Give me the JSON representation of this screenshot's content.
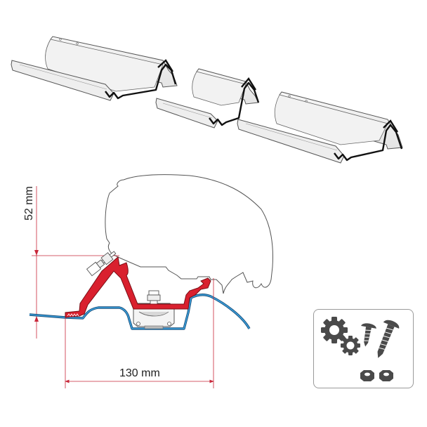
{
  "figure": {
    "type": "awning mounting adapter kit technical drawing",
    "colors": {
      "background": "#ffffff",
      "adapter_profile": "#d9202e",
      "vehicle_roof": "#2a86c4",
      "dimension_lines": "#c8283a",
      "outline": "#555555",
      "rail_fill": "#efefef",
      "icon_fill": "#4a4a4a",
      "box_border": "#9a9a9a"
    }
  },
  "rails": {
    "count": 3,
    "items": [
      {
        "id": "rail-long-left",
        "size": "long"
      },
      {
        "id": "rail-short-middle",
        "size": "short"
      },
      {
        "id": "rail-long-right",
        "size": "long"
      }
    ]
  },
  "cross_section": {
    "height_dimension": {
      "value": 52,
      "unit": "mm",
      "label": "52 mm",
      "orientation": "vertical"
    },
    "width_dimension": {
      "value": 130,
      "unit": "mm",
      "label": "130 mm",
      "orientation": "horizontal"
    },
    "parts": [
      "awning-case-outline",
      "adapter-profile",
      "roof-panel",
      "bolt-and-nut",
      "rail-clamp"
    ]
  },
  "hardware_box": {
    "icons": [
      {
        "name": "large-gear-icon"
      },
      {
        "name": "small-gear-icon"
      },
      {
        "name": "short-screw-icon"
      },
      {
        "name": "long-screw-icon"
      },
      {
        "name": "nut-icon"
      },
      {
        "name": "nut-icon"
      }
    ]
  }
}
